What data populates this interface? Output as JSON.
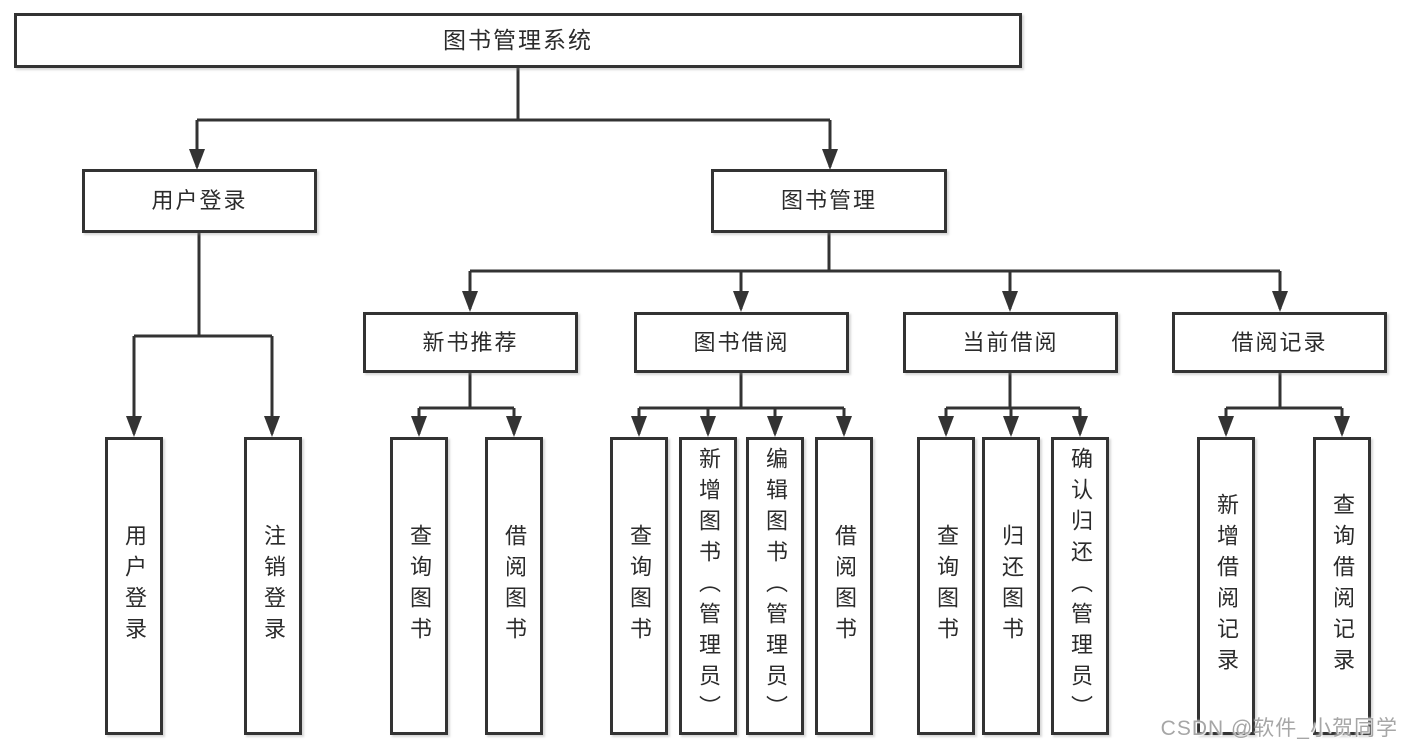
{
  "diagram": {
    "root": {
      "label": "图书管理系统"
    },
    "branches": [
      {
        "label": "用户登录",
        "children": [
          {
            "label": "用户登录"
          },
          {
            "label": "注销登录"
          }
        ]
      },
      {
        "label": "图书管理",
        "children": [
          {
            "label": "新书推荐",
            "children": [
              {
                "label": "查询图书"
              },
              {
                "label": "借阅图书"
              }
            ]
          },
          {
            "label": "图书借阅",
            "children": [
              {
                "label": "查询图书"
              },
              {
                "label": "新增图书（管理员）"
              },
              {
                "label": "编辑图书（管理员）"
              },
              {
                "label": "借阅图书"
              }
            ]
          },
          {
            "label": "当前借阅",
            "children": [
              {
                "label": "查询图书"
              },
              {
                "label": "归还图书"
              },
              {
                "label": "确认归还（管理员）"
              }
            ]
          },
          {
            "label": "借阅记录",
            "children": [
              {
                "label": "新增借阅记录"
              },
              {
                "label": "查询借阅记录"
              }
            ]
          }
        ]
      }
    ]
  },
  "watermark": {
    "text": "CSDN @软件_小贺同学"
  },
  "colors": {
    "line": "#333333",
    "text": "#2b2b2b",
    "watermark": "#a6a6a6",
    "background": "#ffffff"
  }
}
